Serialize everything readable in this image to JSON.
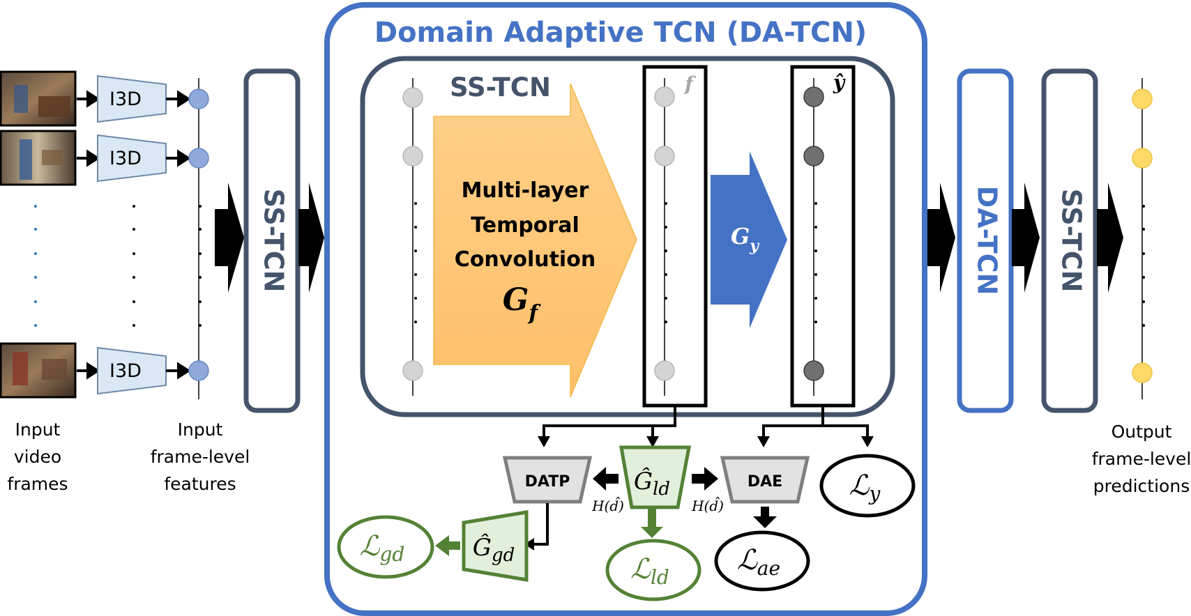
{
  "title": "Domain Adaptive TCN (DA-TCN)",
  "ss_tcn_inner_label": "SS-TCN",
  "i3d_label": "I3D",
  "conv_block": {
    "line1": "Multi-layer",
    "line2": "Temporal",
    "line3": "Convolution",
    "symbol_base": "G",
    "symbol_sub": "f"
  },
  "gy_block": {
    "symbol_base": "G",
    "symbol_sub": "y"
  },
  "feature_tag": "f",
  "prediction_tag": "ŷ",
  "side_blocks": {
    "left": "SS-TCN",
    "da": "DA-TCN",
    "right": "SS-TCN"
  },
  "captions": {
    "input_frames": [
      "Input",
      "video",
      "frames"
    ],
    "input_features": [
      "Input",
      "frame-level",
      "features"
    ],
    "output_predictions": [
      "Output",
      "frame-level",
      "predictions"
    ]
  },
  "modules": {
    "datp": "DATP",
    "dae": "DAE"
  },
  "discriminators": {
    "local": {
      "base": "Ĝ",
      "sub": "ld"
    },
    "global": {
      "base": "Ĝ",
      "sub": "gd"
    }
  },
  "entropy_label": "H(d̂)",
  "losses": {
    "y": {
      "base": "ℒ",
      "sub": "y"
    },
    "gd": {
      "base": "ℒ",
      "sub": "gd"
    },
    "ld": {
      "base": "ℒ",
      "sub": "ld"
    },
    "ae": {
      "base": "ℒ",
      "sub": "ae"
    }
  },
  "colors": {
    "da_blue": "#4472c4",
    "slate": "#44546a",
    "orange": "#ffc773",
    "green": "#548235",
    "green_fill": "#e2efda",
    "i3d_fill": "#dae8f5",
    "feature_dot": "#8fa9dc",
    "output_dot": "#ffd966"
  }
}
